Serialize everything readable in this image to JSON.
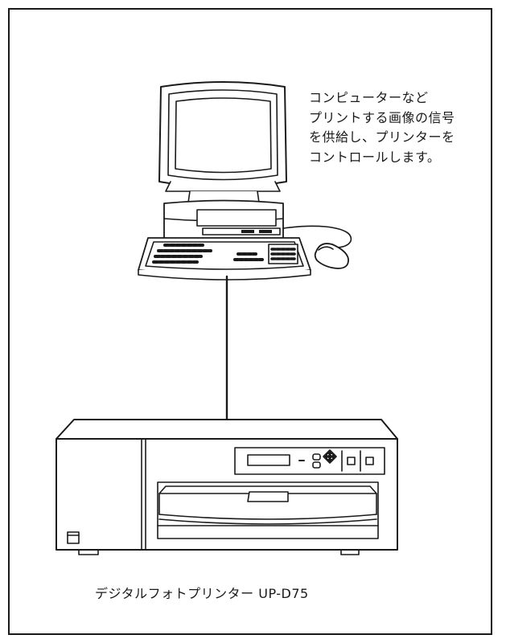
{
  "computer": {
    "description_lines": [
      "コンピューターなど",
      "プリントする画像の信号",
      "を供給し、プリンターを",
      "コントロールします。"
    ]
  },
  "printer": {
    "caption": "デジタルフォトプリンター UP-D75"
  }
}
